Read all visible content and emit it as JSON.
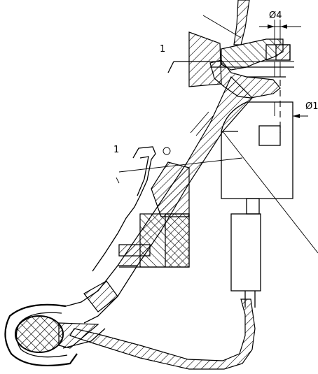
{
  "labels": {
    "dim_phi4": "Ø4",
    "dim_phi1": "Ø1",
    "mark_upper": "1",
    "mark_lower": "1"
  },
  "colors": {
    "ink": "#000000",
    "paper": "#ffffff"
  }
}
